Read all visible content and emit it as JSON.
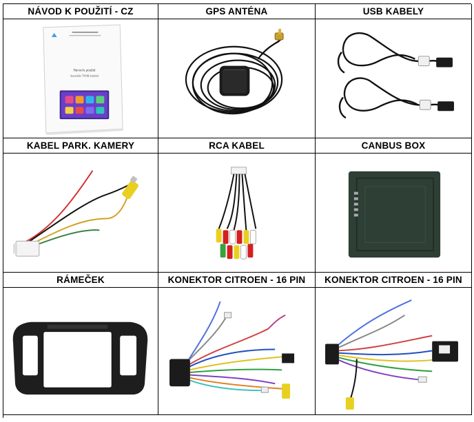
{
  "rows": [
    {
      "labels": [
        "NÁVOD K POUŽITÍ - CZ",
        "GPS ANTÉNA",
        "USB KABELY"
      ]
    },
    {
      "labels": [
        "KABEL PARK. KAMERY",
        "RCA KABEL",
        "CANBUS BOX"
      ]
    },
    {
      "labels": [
        "RÁMEČEK",
        "KONEKTOR CITROEN - 16 PIN",
        "KONEKTOR CITROEN - 16 PIN"
      ]
    }
  ],
  "manual": {
    "title": "Návod k použití",
    "subtitle": "Autorádio 7010B Android"
  },
  "icons": {
    "manual": "manual-booklet-image",
    "gps": "gps-antenna-image",
    "usb": "usb-cable-image",
    "camera": "camera-cable-image",
    "rca": "rca-cable-image",
    "canbus": "canbus-box-image",
    "frame": "dash-frame-image",
    "harness": "harness-connector-image"
  }
}
